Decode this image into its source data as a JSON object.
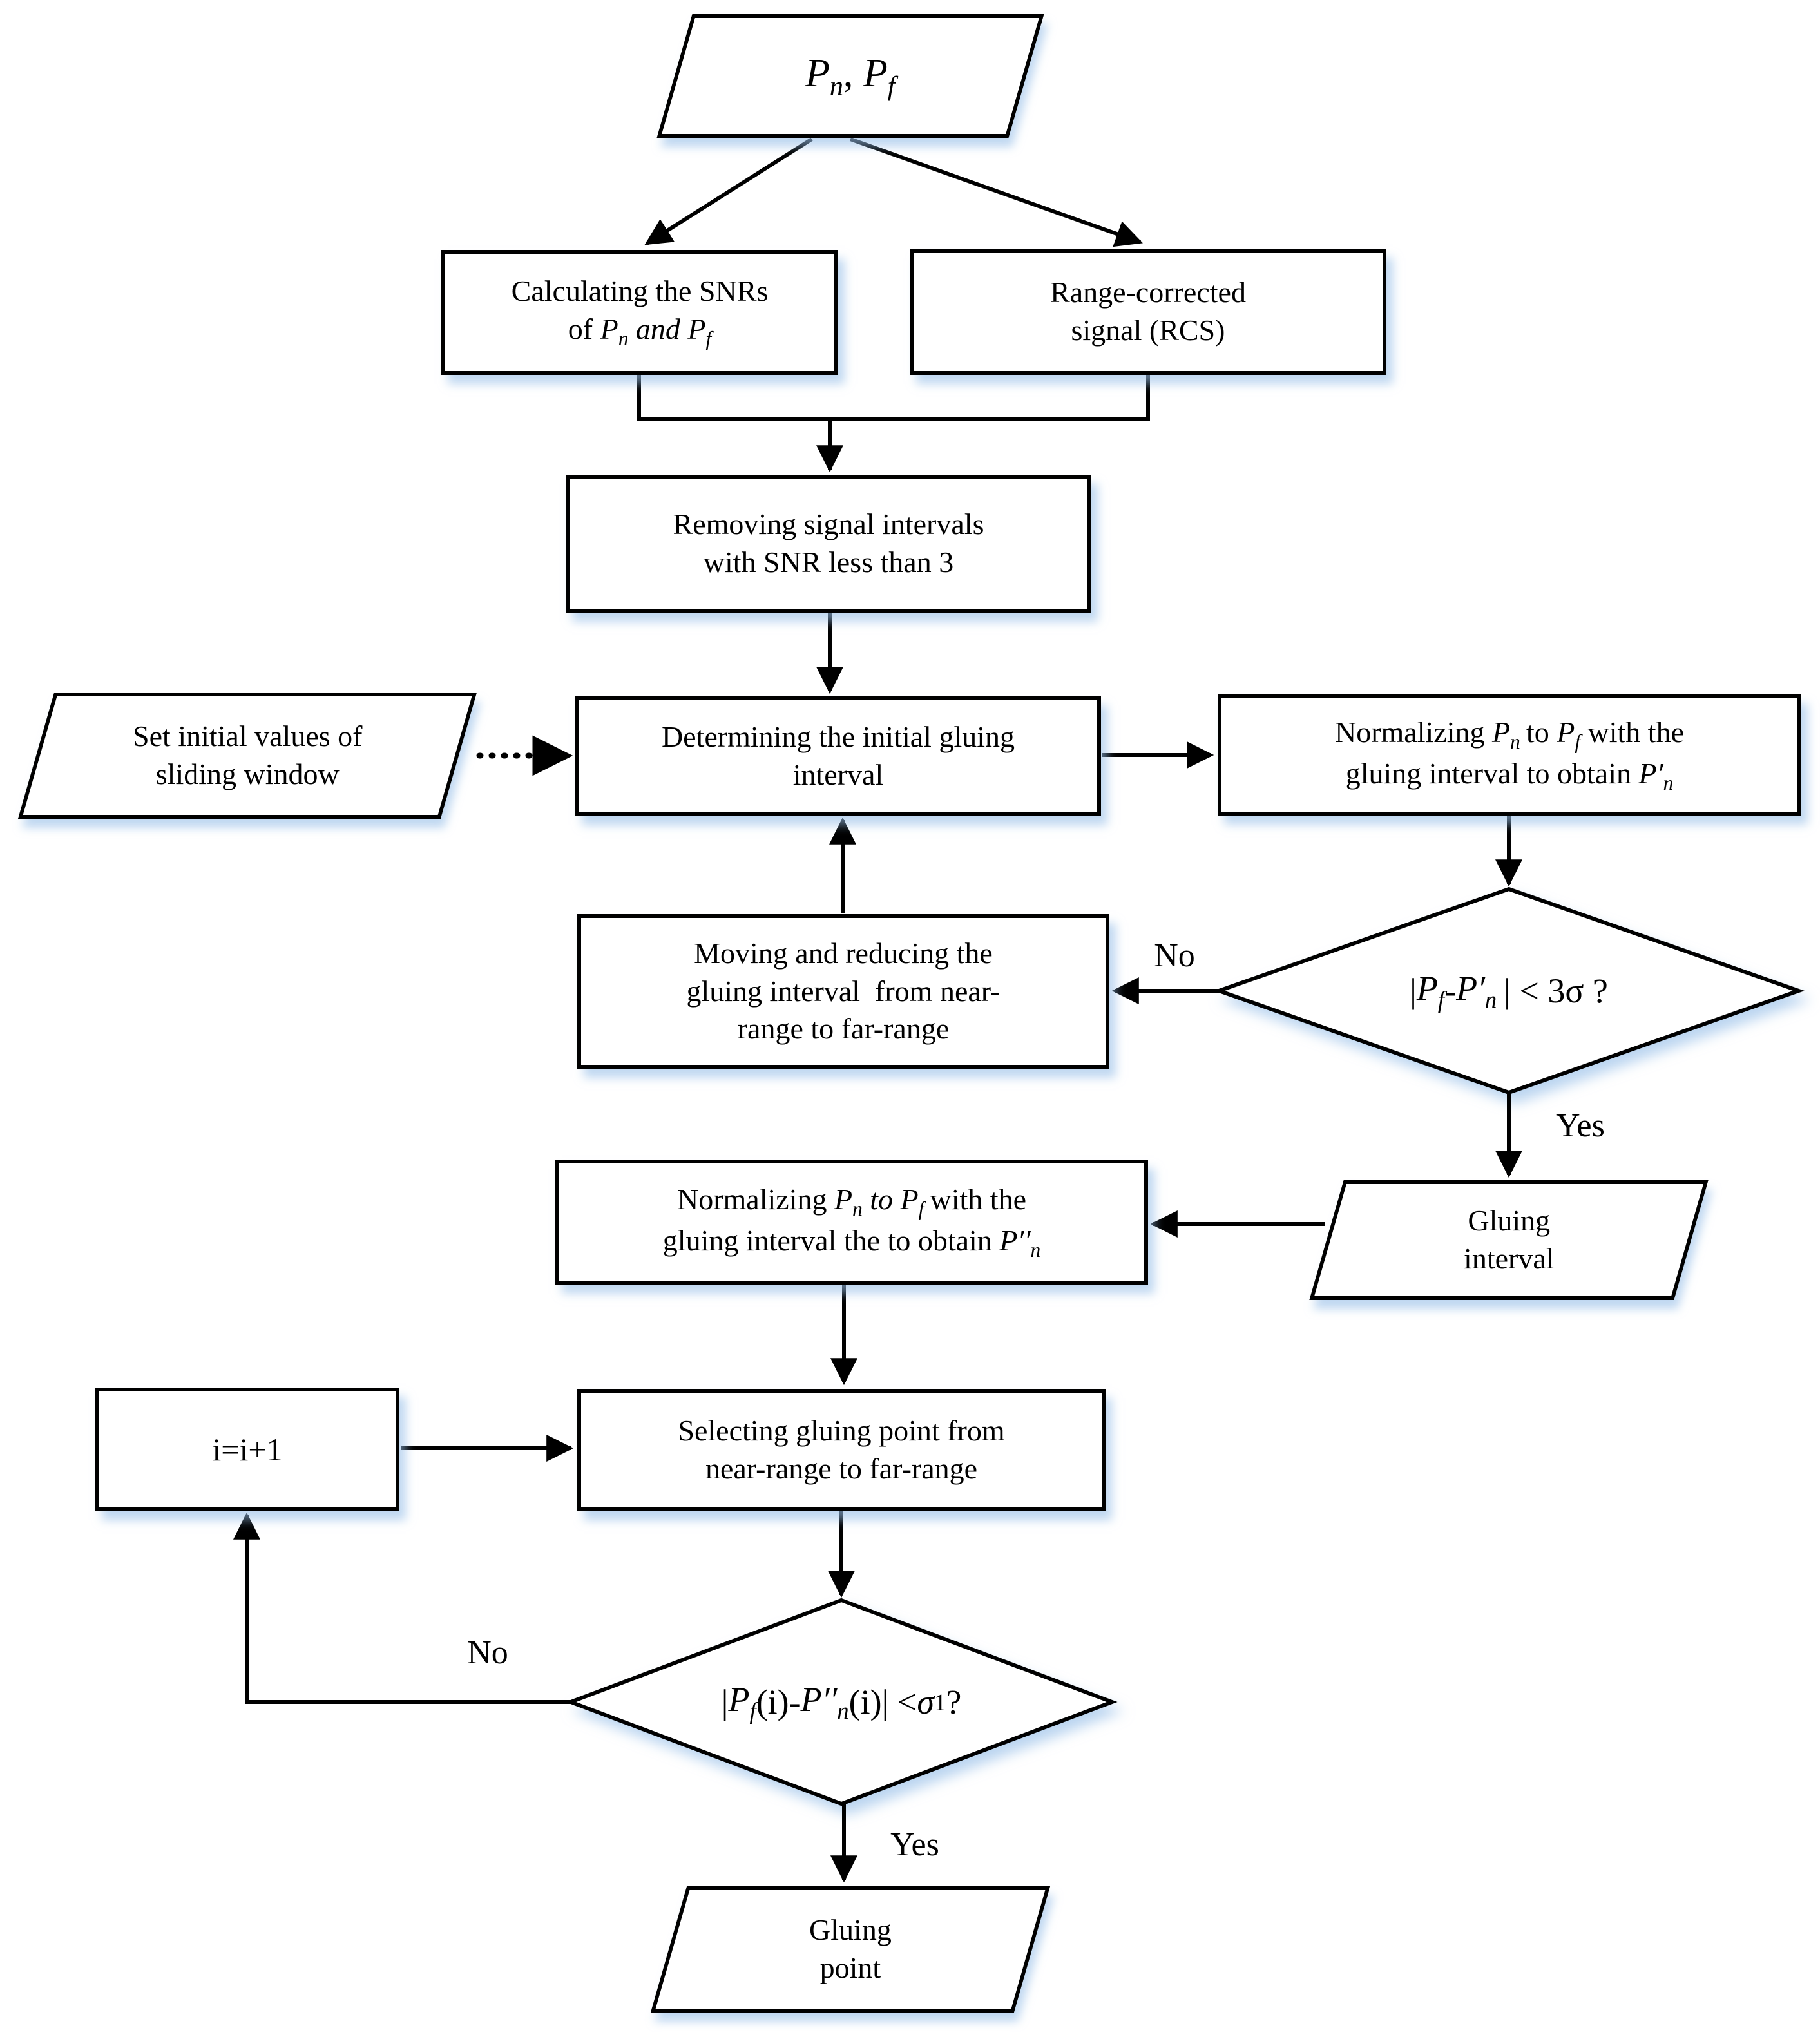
{
  "figure": {
    "type": "flowchart",
    "background": "#ffffff",
    "stroke_color": "#000000",
    "shape_fill": "#ffffff",
    "shadow_color": "#9ec2e8"
  },
  "nodes": {
    "input_signals": {
      "shape": "parallelogram",
      "label_html": "<i>P<sub>n</sub></i>, <i>P<sub>f</sub></i>"
    },
    "calc_snr": {
      "shape": "rect",
      "label_html": "Calculating the SNRs<br>of <i>P<sub>n</sub> and P<sub>f</sub></i>"
    },
    "rcs": {
      "shape": "rect",
      "label_html": "Range-corrected<br>signal (RCS)"
    },
    "remove_snr": {
      "shape": "rect",
      "label_html": "Removing signal intervals<br>with SNR less than 3"
    },
    "set_window": {
      "shape": "parallelogram",
      "label_html": "Set initial values of<br>sliding window"
    },
    "determine_interval": {
      "shape": "rect",
      "label_html": "Determining the initial gluing<br>interval"
    },
    "normalize_p1": {
      "shape": "rect",
      "label_html": "Normalizing <i>P<sub>n</sub></i>&thinsp;to <i>P<sub>f</sub></i> with the<br>gluing interval to obtain <i>P&#8242;<sub>n</sub></i>"
    },
    "decision_3sigma": {
      "shape": "diamond",
      "label_html": "|<i>P<sub>f</sub></i>-<i>P&#8242;<sub>n</sub></i>&thinsp;| &lt; 3&sigma; ?"
    },
    "moving_reducing": {
      "shape": "rect",
      "label_html": "Moving and reducing the<br>gluing interval&nbsp; from near-<br>range to far-range"
    },
    "gluing_interval": {
      "shape": "parallelogram",
      "label_html": "Gluing<br>interval"
    },
    "normalize_p2": {
      "shape": "rect",
      "label_html": "Normalizing <i>P<sub>n</sub> to P<sub>f</sub></i>&thinsp;with the<br>gluing interval the to obtain <i>P&#8242;&#8242;<sub>n</sub></i>"
    },
    "increment": {
      "shape": "rect",
      "label_html": "i=i+1"
    },
    "select_point": {
      "shape": "rect",
      "label_html": "Selecting gluing point from<br>near-range to far-range"
    },
    "decision_sigma1": {
      "shape": "diamond",
      "label_html": "|<i>P<sub>f</sub></i>(i)-<i>P&#8242;&#8242;<sub>n</sub></i>(i)| &lt;<i>&sigma;</i><sub>1</sub> ?"
    },
    "gluing_point": {
      "shape": "parallelogram",
      "label_html": "Gluing<br>point"
    }
  },
  "edge_labels": {
    "no_1": "No",
    "yes_1": "Yes",
    "no_2": "No",
    "yes_2": "Yes"
  }
}
